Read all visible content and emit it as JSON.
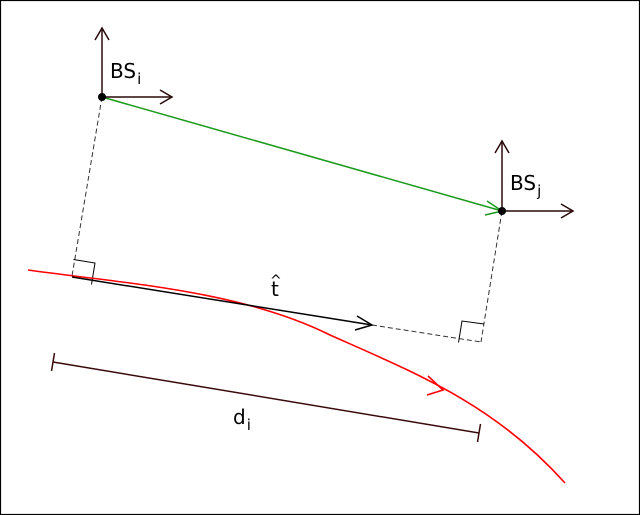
{
  "colors": {
    "background": "#ffffff",
    "frame": "#000000",
    "axis_arrow": "#2a0a0a",
    "baseline_vector": "#1a9a1a",
    "path_curve": "#ff0000",
    "tangent_vector": "#000000",
    "distance_marker": "#3a0a0a",
    "projection_dash": "#333333"
  },
  "labels": {
    "bs_i_main": "BS",
    "bs_i_sub": "i",
    "bs_j_main": "BS",
    "bs_j_sub": "j",
    "tangent_hat": "^",
    "tangent_main": "t",
    "distance_main": "d",
    "distance_sub": "i"
  },
  "icons": {
    "axis_arrow": "open-arrowhead",
    "right_angle": "square-corner-mark",
    "point": "filled-dot"
  }
}
